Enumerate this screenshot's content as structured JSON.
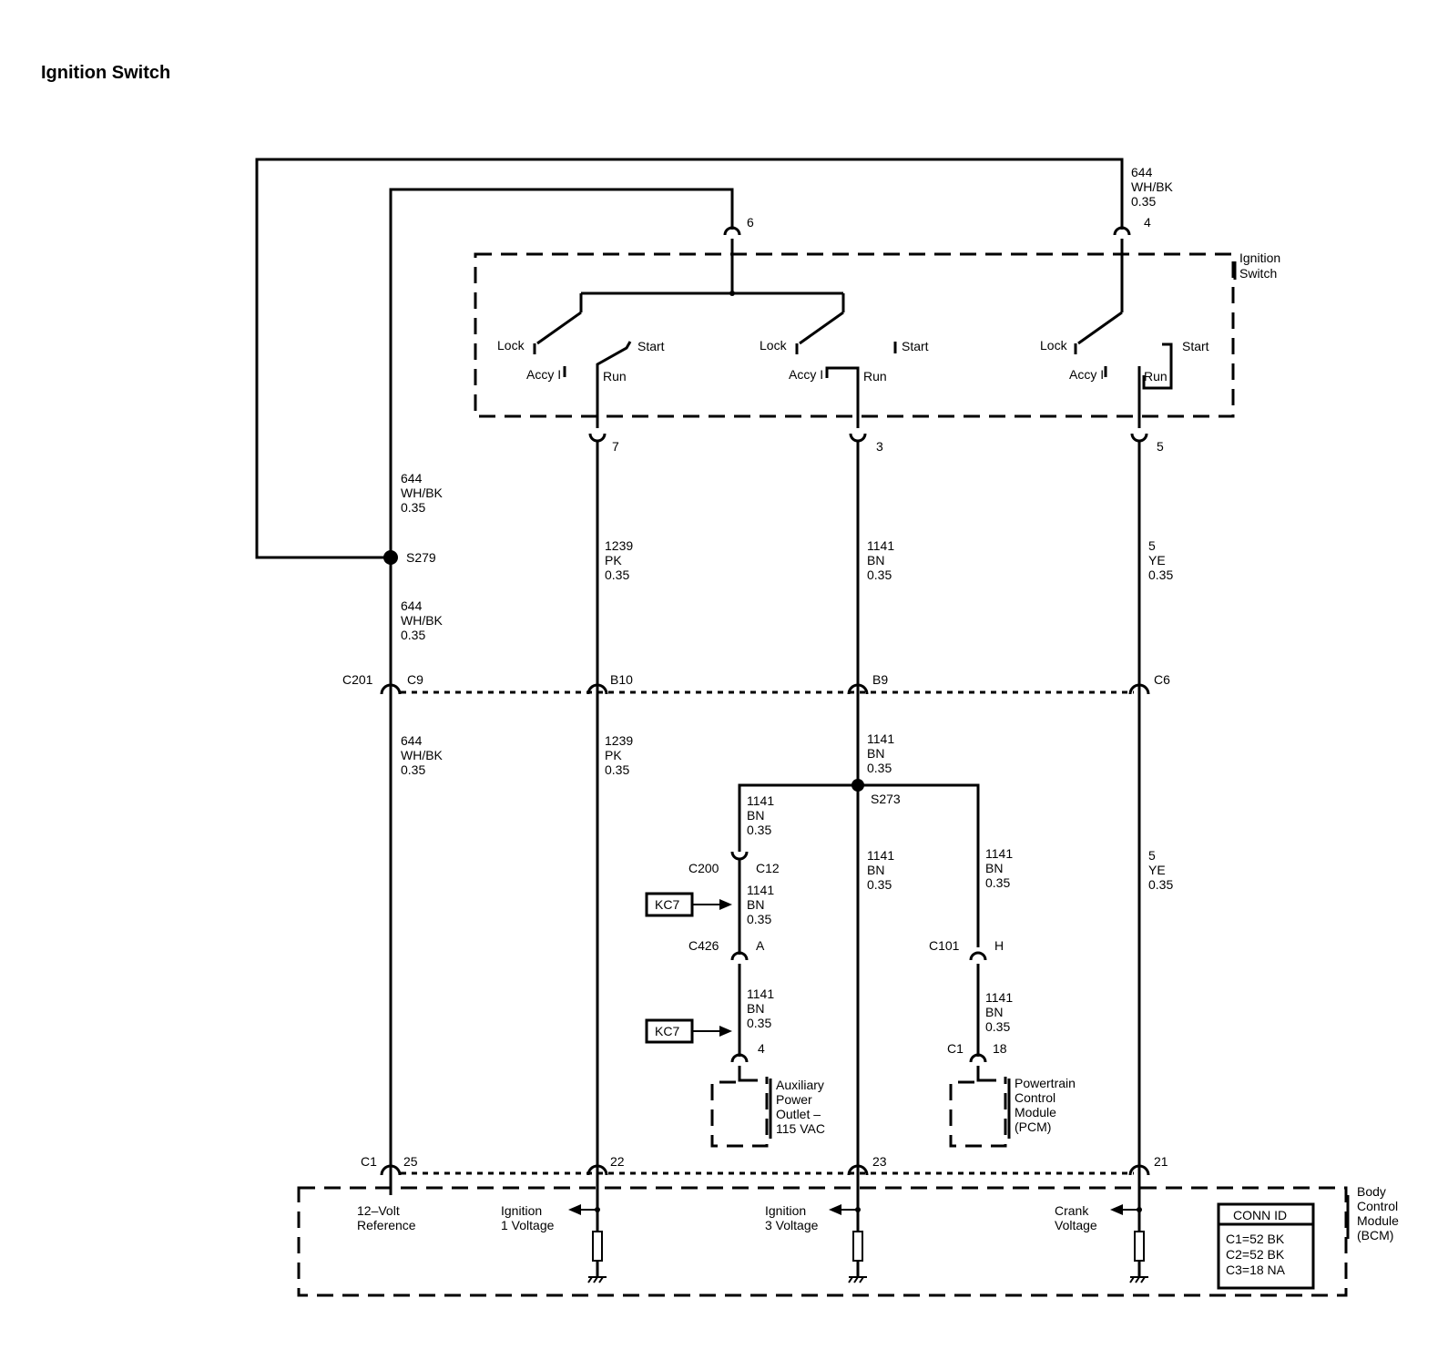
{
  "title": "Ignition Switch",
  "ignition_switch_label": [
    "Ignition",
    "Switch"
  ],
  "bcm_label": [
    "Body",
    "Control",
    "Module",
    "(BCM)"
  ],
  "switch_positions": {
    "lock": "Lock",
    "accy": "Accy I",
    "run": "Run",
    "start": "Start"
  },
  "switch_pins": {
    "p6": "6",
    "p4": "4",
    "p7": "7",
    "p3": "3",
    "p5": "5"
  },
  "wires": {
    "top_right_644": [
      "644",
      "WH/BK",
      "0.35"
    ],
    "left_644_a": [
      "644",
      "WH/BK",
      "0.35"
    ],
    "left_644_b": [
      "644",
      "WH/BK",
      "0.35"
    ],
    "left_644_c": [
      "644",
      "WH/BK",
      "0.35"
    ],
    "pk_1239_a": [
      "1239",
      "PK",
      "0.35"
    ],
    "pk_1239_b": [
      "1239",
      "PK",
      "0.35"
    ],
    "bn_1141_a": [
      "1141",
      "BN",
      "0.35"
    ],
    "bn_1141_b": [
      "1141",
      "BN",
      "0.35"
    ],
    "bn_1141_c": [
      "1141",
      "BN",
      "0.35"
    ],
    "bn_1141_d": [
      "1141",
      "BN",
      "0.35"
    ],
    "bn_1141_e": [
      "1141",
      "BN",
      "0.35"
    ],
    "bn_1141_f": [
      "1141",
      "BN",
      "0.35"
    ],
    "bn_1141_g": [
      "1141",
      "BN",
      "0.35"
    ],
    "bn_1141_h": [
      "1141",
      "BN",
      "0.35"
    ],
    "ye_5_a": [
      "5",
      "YE",
      "0.35"
    ],
    "ye_5_b": [
      "5",
      "YE",
      "0.35"
    ]
  },
  "splices": {
    "s279": "S279",
    "s273": "S273"
  },
  "connectors": {
    "c201": "C201",
    "c9": "C9",
    "b10": "B10",
    "b9": "B9",
    "c6": "C6",
    "c200": "C200",
    "c12": "C12",
    "c426": "C426",
    "a": "A",
    "c101": "C101",
    "h": "H",
    "aux_pin4": "4",
    "c1_pcm": "C1",
    "pin18": "18",
    "c1_bcm": "C1",
    "pin25": "25",
    "pin22": "22",
    "pin23": "23",
    "pin21": "21"
  },
  "kc7": "KC7",
  "aux_outlet": [
    "Auxiliary",
    "Power",
    "Outlet –",
    "115 VAC"
  ],
  "pcm": [
    "Powertrain",
    "Control",
    "Module",
    "(PCM)"
  ],
  "bcm_inputs": {
    "ref": [
      "12–Volt",
      "Reference"
    ],
    "ign1": [
      "Ignition",
      "1 Voltage"
    ],
    "ign3": [
      "Ignition",
      "3 Voltage"
    ],
    "crank": [
      "Crank",
      "Voltage"
    ]
  },
  "conn_id": {
    "header": "CONN ID",
    "lines": [
      "C1=52 BK",
      "C2=52 BK",
      "C3=18 NA"
    ]
  }
}
